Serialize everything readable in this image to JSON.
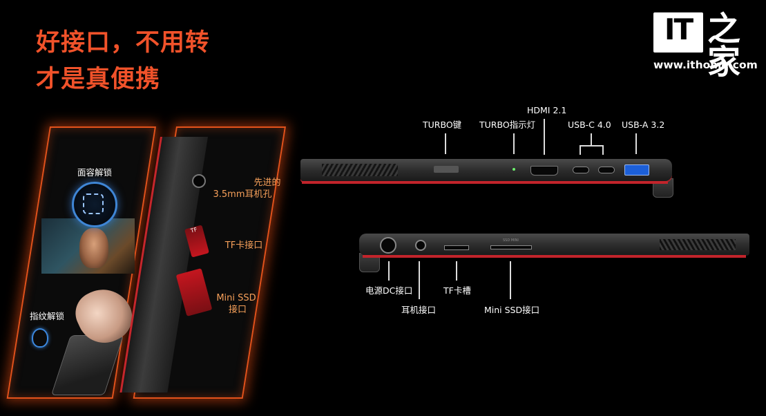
{
  "headline": {
    "line1": "好接口，不用转",
    "line2": "才是真便携"
  },
  "logo": {
    "it": "IT",
    "cn": "之家",
    "url": "www.ithome.com"
  },
  "left_panels": {
    "face_unlock": "面容解锁",
    "fingerprint_unlock": "指纹解锁",
    "audio_jack_line1": "先进的",
    "audio_jack_line2": "3.5mm耳机孔",
    "tf_slot": "TF卡接口",
    "mini_ssd_line1": "Mini SSD",
    "mini_ssd_line2": "接口",
    "tf_card_text": "TF"
  },
  "top_device_labels": {
    "turbo_key": "TURBO键",
    "turbo_led": "TURBO指示灯",
    "hdmi": "HDMI 2.1",
    "usb_c": "USB-C 4.0",
    "usb_a": "USB-A 3.2"
  },
  "bottom_device_labels": {
    "dc_power": "电源DC接口",
    "headphone": "耳机接口",
    "tf_slot": "TF卡槽",
    "mini_ssd": "Mini SSD接口",
    "ssd_mark": "SSD MINI"
  },
  "colors": {
    "headline": "#f0522a",
    "panel_glow": "#e3521b",
    "accent_red": "#c2242b",
    "usb_a_blue": "#1c5fd8"
  }
}
